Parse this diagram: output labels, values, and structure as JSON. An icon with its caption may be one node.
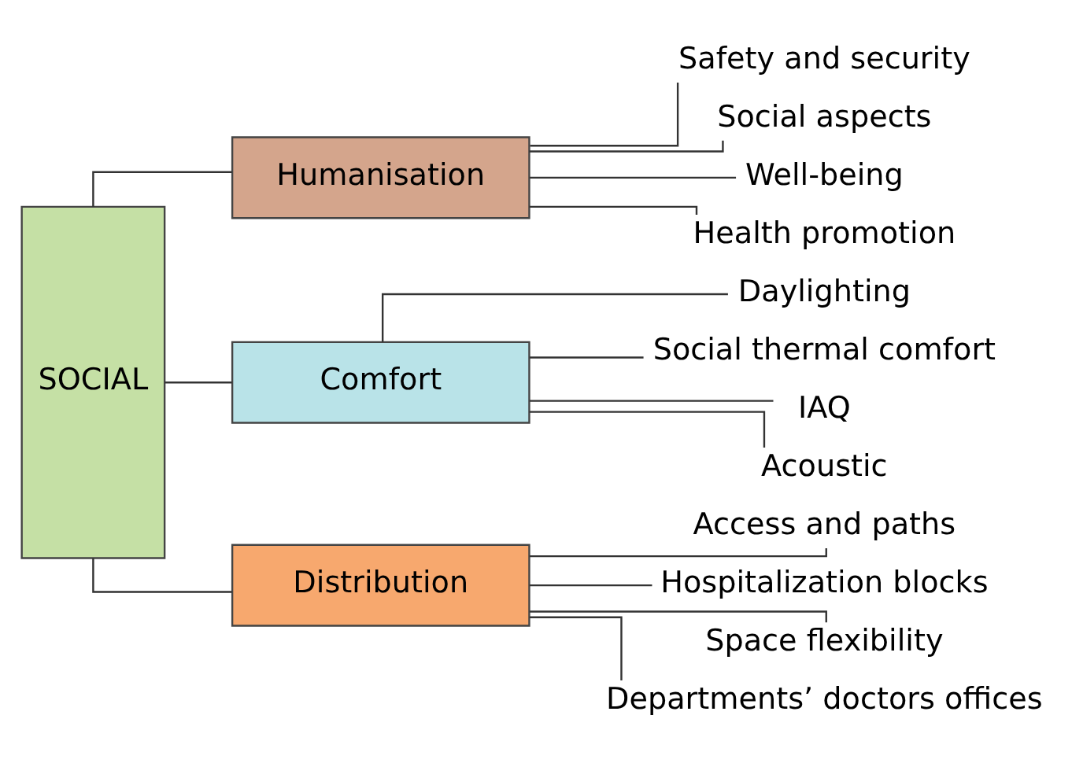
{
  "diagram": {
    "nodes": [
      {
        "text": [
          "SOCIAL"
        ]
      },
      {
        "text": [
          "Humanisation"
        ]
      },
      {
        "text": [
          "Safety and security"
        ]
      },
      {
        "text": [
          "Social aspects"
        ]
      },
      {
        "text": [
          "Well-being"
        ]
      },
      {
        "text": [
          "Health promotion"
        ]
      },
      {
        "text": [
          "Comfort"
        ]
      },
      {
        "text": [
          "Daylighting"
        ]
      },
      {
        "text": [
          "Social thermal comfort"
        ]
      },
      {
        "text": [
          "IAQ"
        ]
      },
      {
        "text": [
          "Acoustic"
        ]
      },
      {
        "text": [
          "Distribution"
        ]
      },
      {
        "text": [
          "Access and paths"
        ]
      },
      {
        "text": [
          "Hospitalization blocks"
        ]
      },
      {
        "text": [
          "Space flexibility"
        ]
      },
      {
        "text": [
          "Departments’ doctors offices"
        ]
      }
    ],
    "edges": [
      {
        "from": 0,
        "to": 1,
        "arrow": "none"
      },
      {
        "from": 0,
        "to": 6,
        "arrow": "none"
      },
      {
        "from": 0,
        "to": 11,
        "arrow": "none"
      },
      {
        "from": 1,
        "to": 2,
        "arrow": "none"
      },
      {
        "from": 1,
        "to": 3,
        "arrow": "none"
      },
      {
        "from": 1,
        "to": 4,
        "arrow": "none"
      },
      {
        "from": 1,
        "to": 5,
        "arrow": "none"
      },
      {
        "from": 6,
        "to": 7,
        "arrow": "none"
      },
      {
        "from": 6,
        "to": 8,
        "arrow": "none"
      },
      {
        "from": 6,
        "to": 9,
        "arrow": "none"
      },
      {
        "from": 6,
        "to": 10,
        "arrow": "none"
      },
      {
        "from": 11,
        "to": 12,
        "arrow": "none"
      },
      {
        "from": 11,
        "to": 13,
        "arrow": "none"
      },
      {
        "from": 11,
        "to": 14,
        "arrow": "none"
      },
      {
        "from": 11,
        "to": 15,
        "arrow": "none"
      }
    ]
  }
}
